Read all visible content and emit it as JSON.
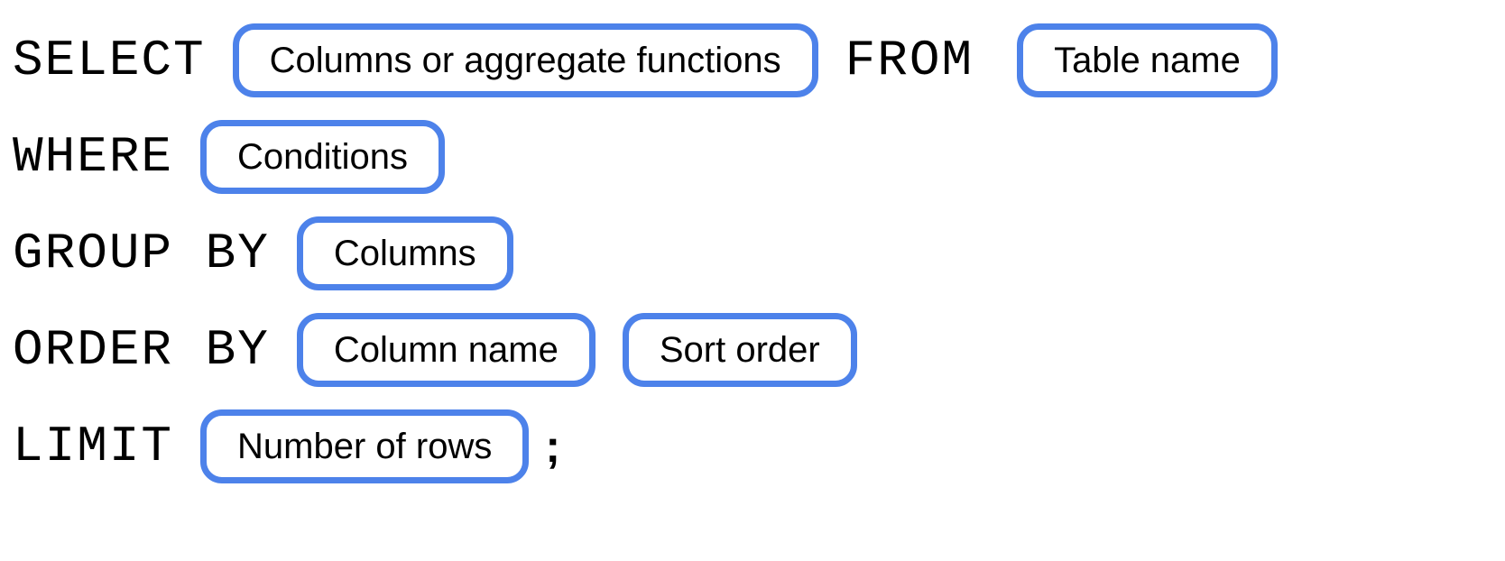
{
  "colors": {
    "pill_border": "#4d82ea",
    "text": "#000000",
    "background": "#ffffff"
  },
  "diagram": {
    "rows": [
      {
        "keyword": "SELECT",
        "pill": "Columns or aggregate functions",
        "keyword2": "FROM",
        "pill2": "Table name"
      },
      {
        "keyword": "WHERE",
        "pill": "Conditions"
      },
      {
        "keyword": "GROUP BY",
        "pill": "Columns"
      },
      {
        "keyword": "ORDER BY",
        "pill": "Column name",
        "pill2": "Sort order"
      },
      {
        "keyword": "LIMIT",
        "pill": "Number of rows"
      }
    ],
    "terminator": ";"
  }
}
